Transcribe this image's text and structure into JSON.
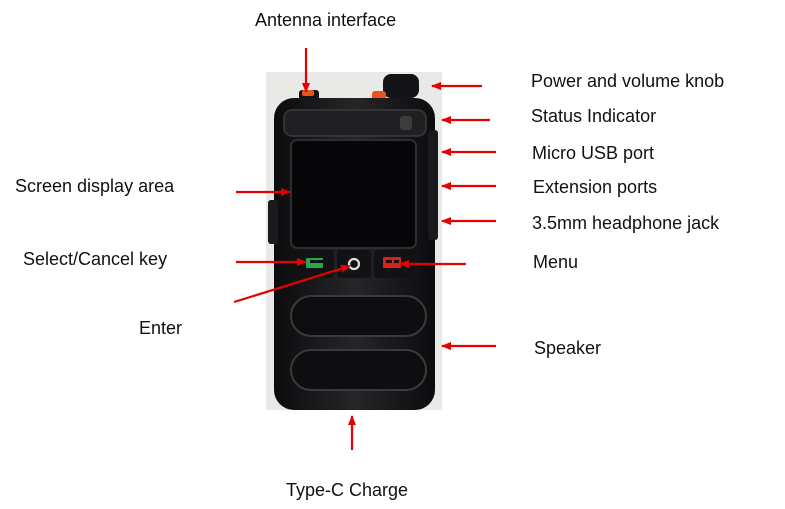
{
  "diagram": {
    "labels": {
      "antenna": "Antenna interface",
      "power_volume": "Power and volume knob",
      "status": "Status Indicator",
      "micro_usb": "Micro USB port",
      "extension": "Extension ports",
      "headphone": "3.5mm headphone jack",
      "screen": "Screen display area",
      "select_cancel": "Select/Cancel key",
      "menu": "Menu",
      "enter": "Enter",
      "speaker": "Speaker",
      "typec": "Type-C Charge"
    },
    "colors": {
      "arrow": "#e60000",
      "device_body": "#1a1a1c",
      "select_key": "#27a844",
      "menu_key": "#d8211c",
      "knob_button": "#e8541c",
      "photo_bg": "#e9e9e7"
    }
  }
}
